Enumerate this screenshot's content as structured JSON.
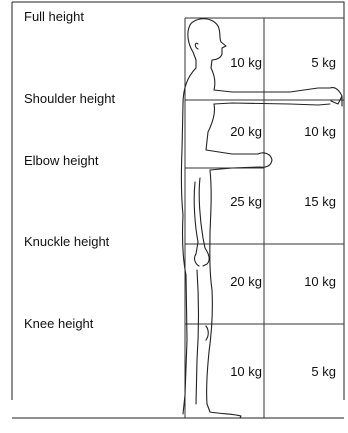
{
  "zones": [
    {
      "label": "Full height"
    },
    {
      "label": "Shoulder height"
    },
    {
      "label": "Elbow height"
    },
    {
      "label": "Knuckle height"
    },
    {
      "label": "Knee height"
    }
  ],
  "weights": [
    {
      "a": "10 kg",
      "b": "5 kg"
    },
    {
      "a": "20 kg",
      "b": "10 kg"
    },
    {
      "a": "25 kg",
      "b": "15 kg"
    },
    {
      "a": "20 kg",
      "b": "10 kg"
    },
    {
      "a": "10 kg",
      "b": "5 kg"
    }
  ]
}
